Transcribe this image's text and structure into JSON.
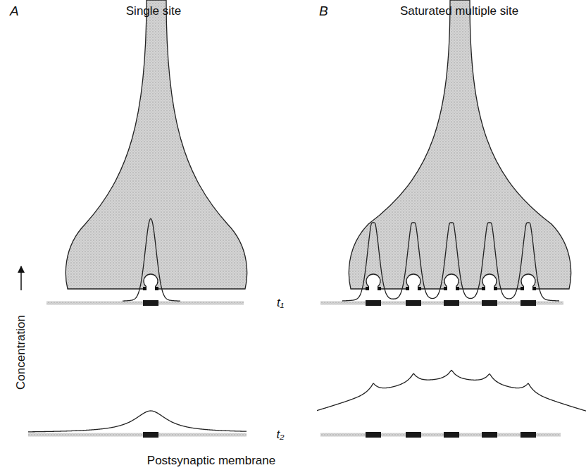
{
  "diagram": {
    "labels": [
      "A",
      "Single site",
      "B",
      "Saturated multiple site",
      "t₁",
      "t₂",
      "Concentration",
      "Postsynaptic membrane"
    ]
  }
}
